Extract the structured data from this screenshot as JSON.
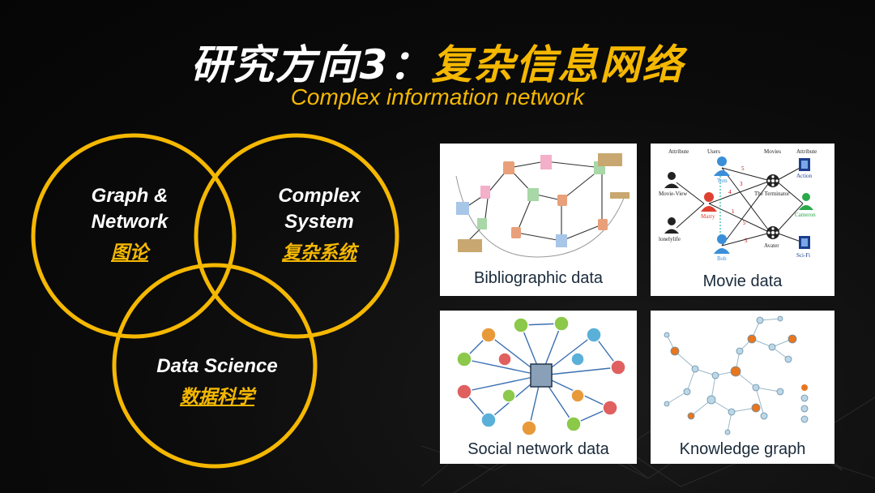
{
  "title": {
    "part1": "研究方向3：",
    "part2": "复杂信息网络"
  },
  "subtitle": "Complex information network",
  "venn": {
    "circle1": {
      "en_line1": "Graph &",
      "en_line2": "Network",
      "cn": "图论"
    },
    "circle2": {
      "en_line1": "Complex",
      "en_line2": "System",
      "cn": "复杂系统"
    },
    "circle3": {
      "en_line1": "Data Science",
      "cn": "数据科学"
    },
    "stroke_color": "#f5b800"
  },
  "panels": {
    "bibliographic": {
      "caption": "Bibliographic data"
    },
    "movie": {
      "caption": "Movie data",
      "headers": [
        "Attribute",
        "Users",
        "Movies",
        "Attribute"
      ],
      "users": [
        "Tom",
        "Marry",
        "Bob"
      ],
      "left_attrs": [
        "Movie-View",
        "lonelylife"
      ],
      "movies": [
        "The Terminator",
        "Avater"
      ],
      "right_attrs": [
        "Action",
        "Cameron",
        "Sci-Fi"
      ],
      "edge_weights": [
        "5",
        "3",
        "4",
        "1",
        "5",
        "5"
      ]
    },
    "social": {
      "caption": "Social network data"
    },
    "knowledge": {
      "caption": "Knowledge graph"
    }
  }
}
